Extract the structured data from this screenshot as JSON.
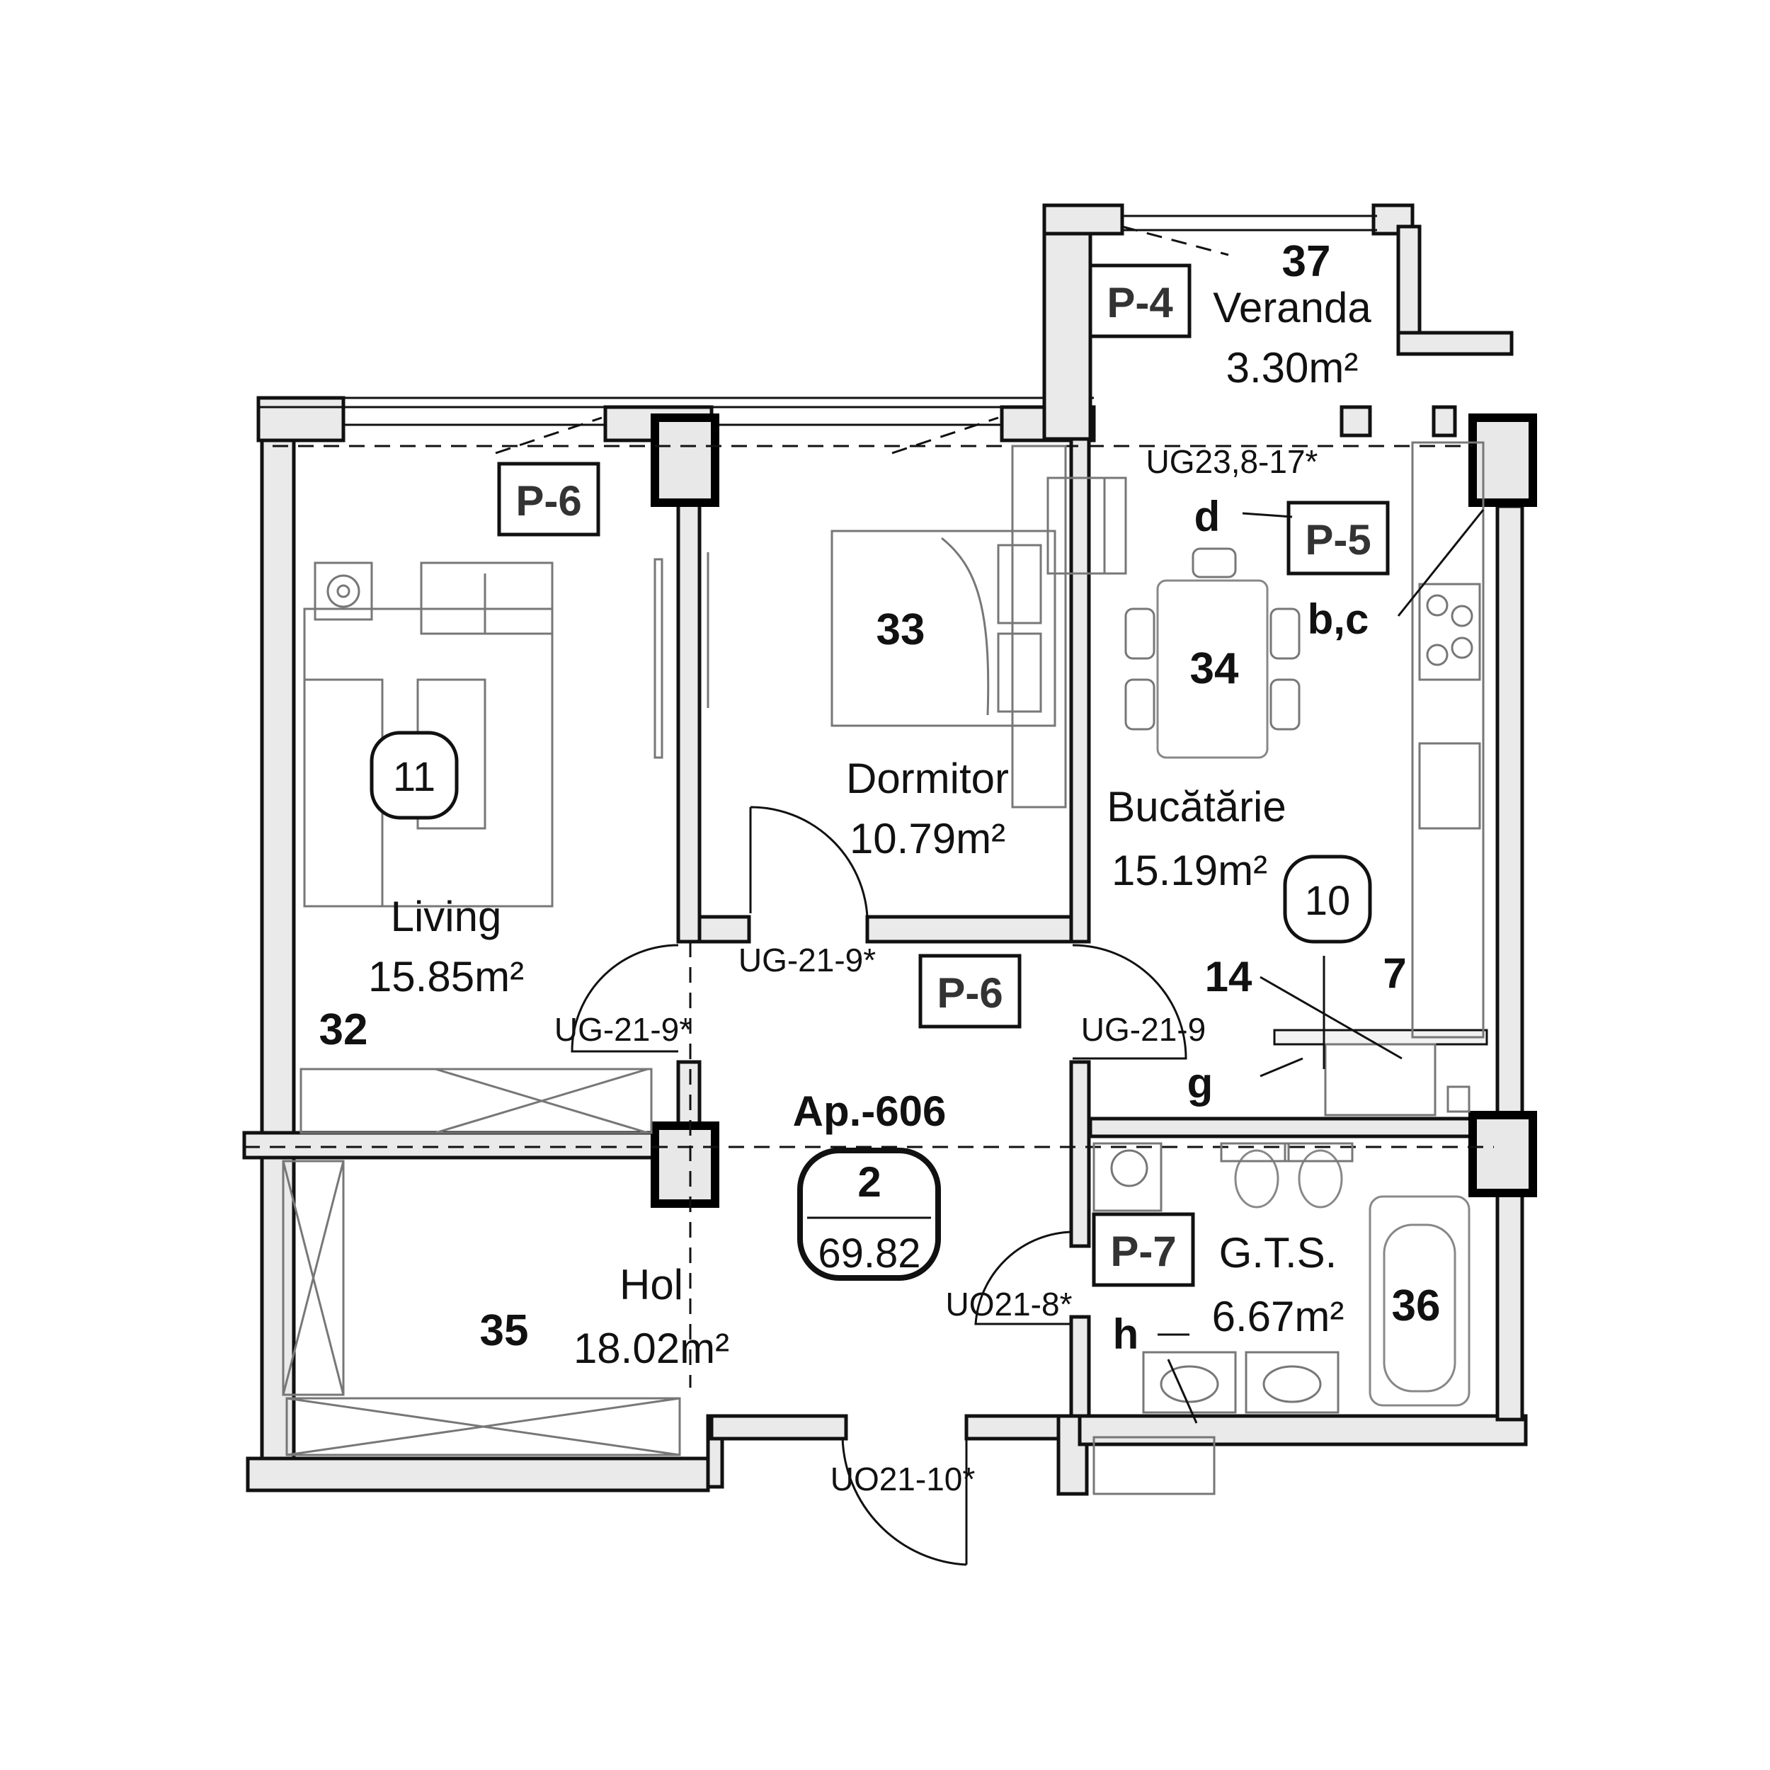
{
  "apartment": {
    "label": "Ap.-606",
    "rooms_count": "2",
    "total_area": "69.82"
  },
  "rooms": {
    "living": {
      "number": "32",
      "name": "Living",
      "area": "15.85m²"
    },
    "dormitor": {
      "number": "33",
      "name": "Dormitor",
      "area": "10.79m²"
    },
    "bucatarie": {
      "number": "34",
      "name": "Bucătărie",
      "area": "15.19m²"
    },
    "hol": {
      "number": "35",
      "name": "Hol",
      "area": "18.02m²"
    },
    "gts": {
      "number": "36",
      "name": "G.T.S.",
      "area": "6.67m²"
    },
    "veranda": {
      "number": "37",
      "name": "Veranda",
      "area": "3.30m²"
    }
  },
  "tags": {
    "p6_living": "P-6",
    "p6_hall": "P-6",
    "p4": "P-4",
    "p5": "P-5",
    "p7": "P-7"
  },
  "circles": {
    "living": "11",
    "kitchen": "10"
  },
  "door_labels": {
    "dormitor": "UG-21-9*",
    "living": "UG-21-9*",
    "kitchen": "UG-21-9",
    "bath": "UO21-8*",
    "entrance": "UO21-10*",
    "veranda": "UG23,8-17*"
  },
  "markers": {
    "d": "d",
    "bc": "b,c",
    "n14": "14",
    "n7": "7",
    "g": "g",
    "h": "h"
  }
}
